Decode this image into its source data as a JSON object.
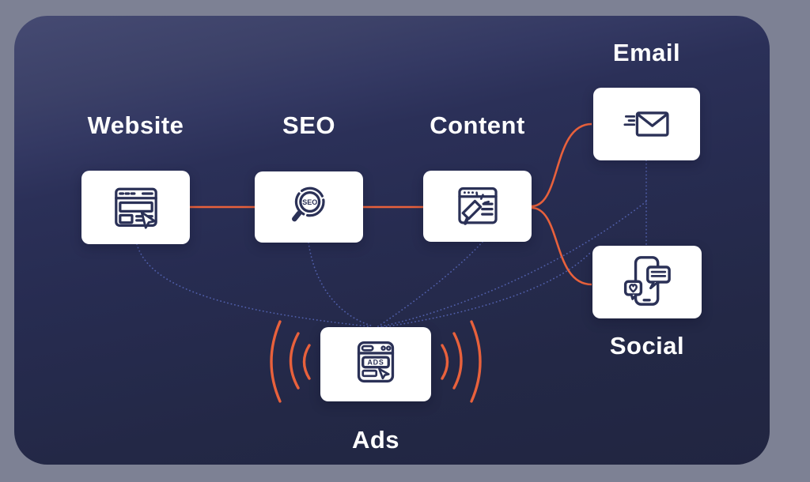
{
  "diagram": {
    "nodes": {
      "website": {
        "label": "Website",
        "icon": "browser-window-cursor-icon"
      },
      "seo": {
        "label": "SEO",
        "icon": "magnifier-seo-icon",
        "icon_text": "SEO"
      },
      "content": {
        "label": "Content",
        "icon": "browser-megaphone-icon"
      },
      "email": {
        "label": "Email",
        "icon": "flying-envelope-icon"
      },
      "social": {
        "label": "Social",
        "icon": "phone-chat-bubbles-icon"
      },
      "ads": {
        "label": "Ads",
        "icon": "browser-ads-cursor-icon",
        "icon_text": "ADS"
      }
    },
    "edges": [
      {
        "from": "website",
        "to": "seo",
        "style": "solid-orange"
      },
      {
        "from": "seo",
        "to": "content",
        "style": "solid-orange"
      },
      {
        "from": "content",
        "to": "email",
        "style": "solid-orange"
      },
      {
        "from": "content",
        "to": "social",
        "style": "solid-orange"
      },
      {
        "from": "website",
        "to": "ads",
        "style": "dotted-blue"
      },
      {
        "from": "seo",
        "to": "ads",
        "style": "dotted-blue"
      },
      {
        "from": "content",
        "to": "ads",
        "style": "dotted-blue"
      },
      {
        "from": "ads",
        "to": "email",
        "style": "dotted-blue"
      },
      {
        "from": "ads",
        "to": "social",
        "style": "dotted-blue"
      },
      {
        "from": "email",
        "to": "social",
        "style": "dotted-blue"
      }
    ],
    "decorations": {
      "ads_waves": "three orange broadcast arcs on each side of the Ads card"
    },
    "colors": {
      "outer_background": "#7d8194",
      "panel_gradient_top": "#3f4469",
      "panel_gradient_bottom": "#232746",
      "card_background": "#ffffff",
      "label_text": "#ffffff",
      "accent_orange": "#e8613c",
      "connector_blue": "#5565b5",
      "icon_navy": "#2b3157"
    }
  }
}
